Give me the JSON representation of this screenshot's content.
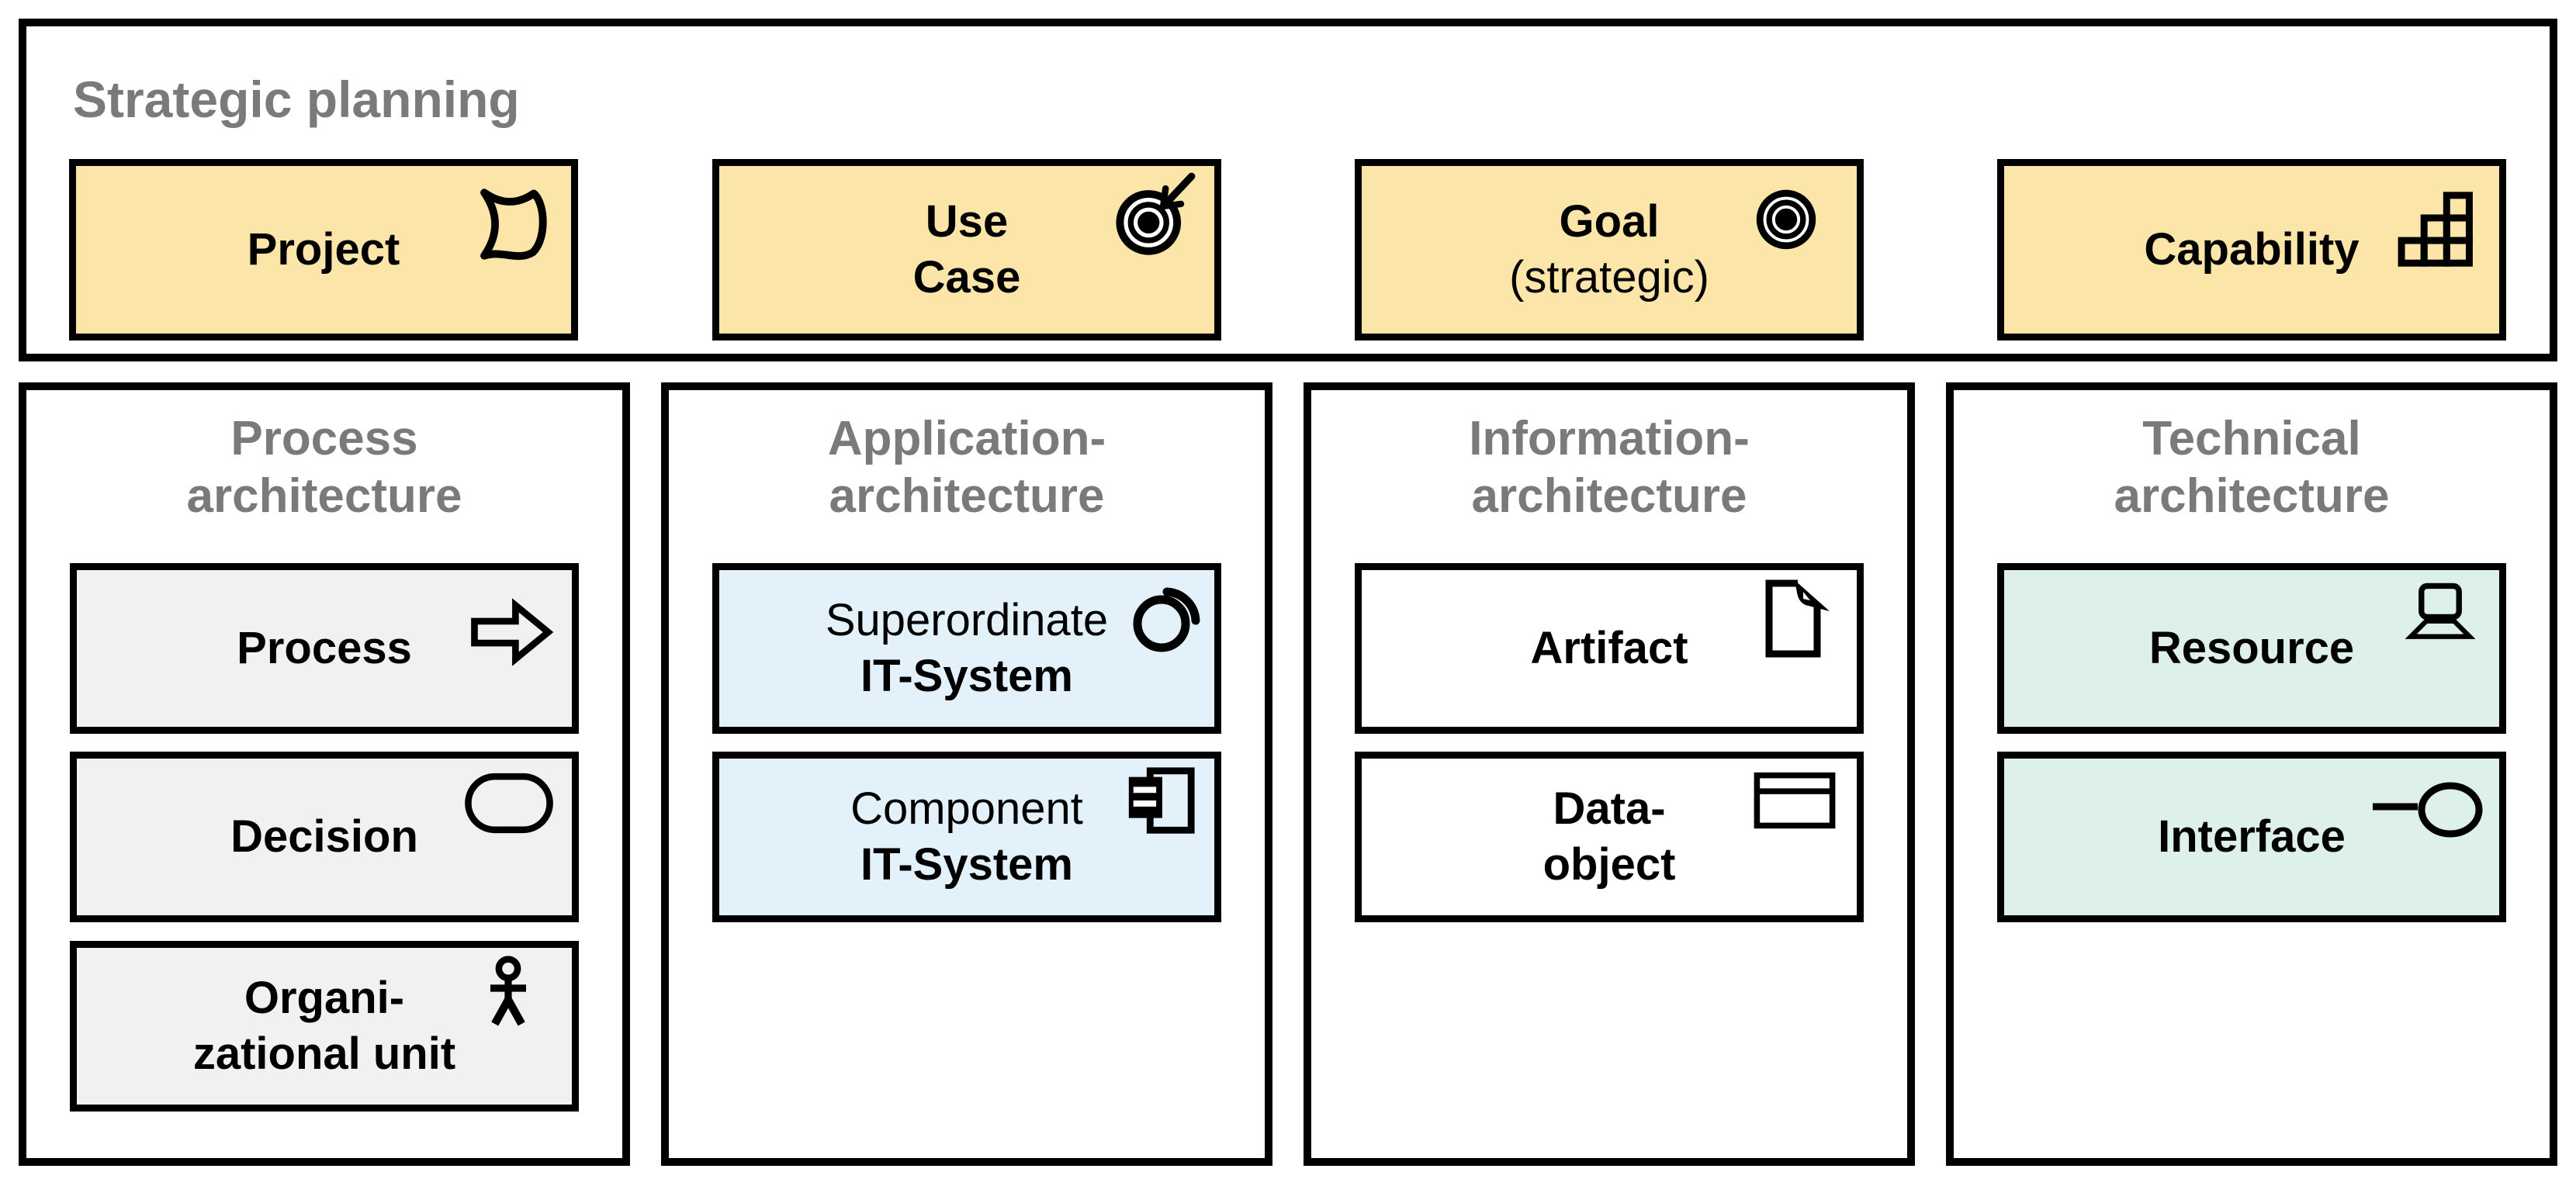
{
  "strategic": {
    "title": "Strategic planning",
    "items": [
      {
        "id": "project",
        "line1": "Project",
        "icon": "project-flag-icon"
      },
      {
        "id": "use-case",
        "line1": "Use",
        "line2": "Case",
        "icon": "target-arrow-icon"
      },
      {
        "id": "goal",
        "line1": "Goal",
        "line2": "(strategic)",
        "icon": "bullseye-icon"
      },
      {
        "id": "capability",
        "line1": "Capability",
        "icon": "stair-blocks-icon"
      }
    ]
  },
  "columns": [
    {
      "id": "process-architecture",
      "title1": "Process",
      "title2": "architecture",
      "items": [
        {
          "id": "process",
          "line1": "Process",
          "icon": "arrow-right-icon"
        },
        {
          "id": "decision",
          "line1": "Decision",
          "icon": "rounded-rectangle-icon"
        },
        {
          "id": "organizational-unit",
          "line1": "Organi-",
          "line2": "zational unit",
          "icon": "stick-figure-icon"
        }
      ]
    },
    {
      "id": "application-architecture",
      "title1": "Application-",
      "title2": "architecture",
      "items": [
        {
          "id": "superordinate-it-system",
          "line1": "Superordinate",
          "line2": "IT-System",
          "icon": "circle-crescent-icon"
        },
        {
          "id": "component-it-system",
          "line1": "Component",
          "line2": "IT-System",
          "icon": "uml-component-icon"
        }
      ]
    },
    {
      "id": "information-architecture",
      "title1": "Information-",
      "title2": "architecture",
      "items": [
        {
          "id": "artifact",
          "line1": "Artifact",
          "icon": "document-icon"
        },
        {
          "id": "data-object",
          "line1": "Data-",
          "line2": "object",
          "icon": "data-rectangle-icon"
        }
      ]
    },
    {
      "id": "technical-architecture",
      "title1": "Technical",
      "title2": "architecture",
      "items": [
        {
          "id": "resource",
          "line1": "Resource",
          "icon": "laptop-icon"
        },
        {
          "id": "interface",
          "line1": "Interface",
          "icon": "lollipop-interface-icon"
        }
      ]
    }
  ],
  "colors": {
    "strategic_item_fill": "#FCE5A8",
    "process_item_fill": "#F1F1F1",
    "application_item_fill": "#E3F1FA",
    "information_item_fill": "#FFFFFF",
    "technical_item_fill": "#DDF1EA",
    "section_title_gray": "#7A7A7A",
    "border_black": "#000000",
    "background": "#FFFFFF"
  }
}
